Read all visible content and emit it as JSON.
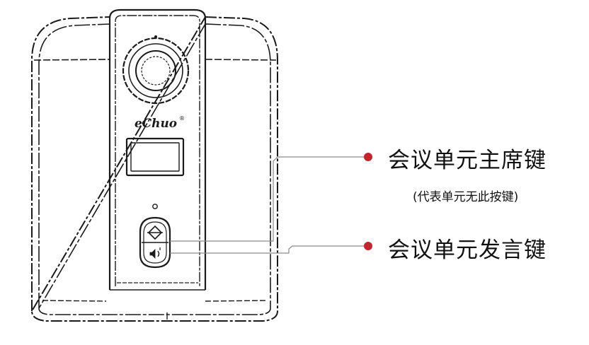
{
  "device": {
    "brand_logo": "eChuo",
    "logo_mark": "®"
  },
  "callouts": [
    {
      "label": "会议单元主席键",
      "note": "(代表单元无此按键)",
      "dot_color": "#c0262b"
    },
    {
      "label": "会议单元发言键",
      "dot_color": "#c0262b"
    }
  ],
  "colors": {
    "outline": "#1a1a1a",
    "leader_line": "#8a8a8a",
    "accent_dot": "#c0262b"
  },
  "icons": {
    "chairman_button": "diamond-icon",
    "speak_button": "speaker-icon"
  }
}
